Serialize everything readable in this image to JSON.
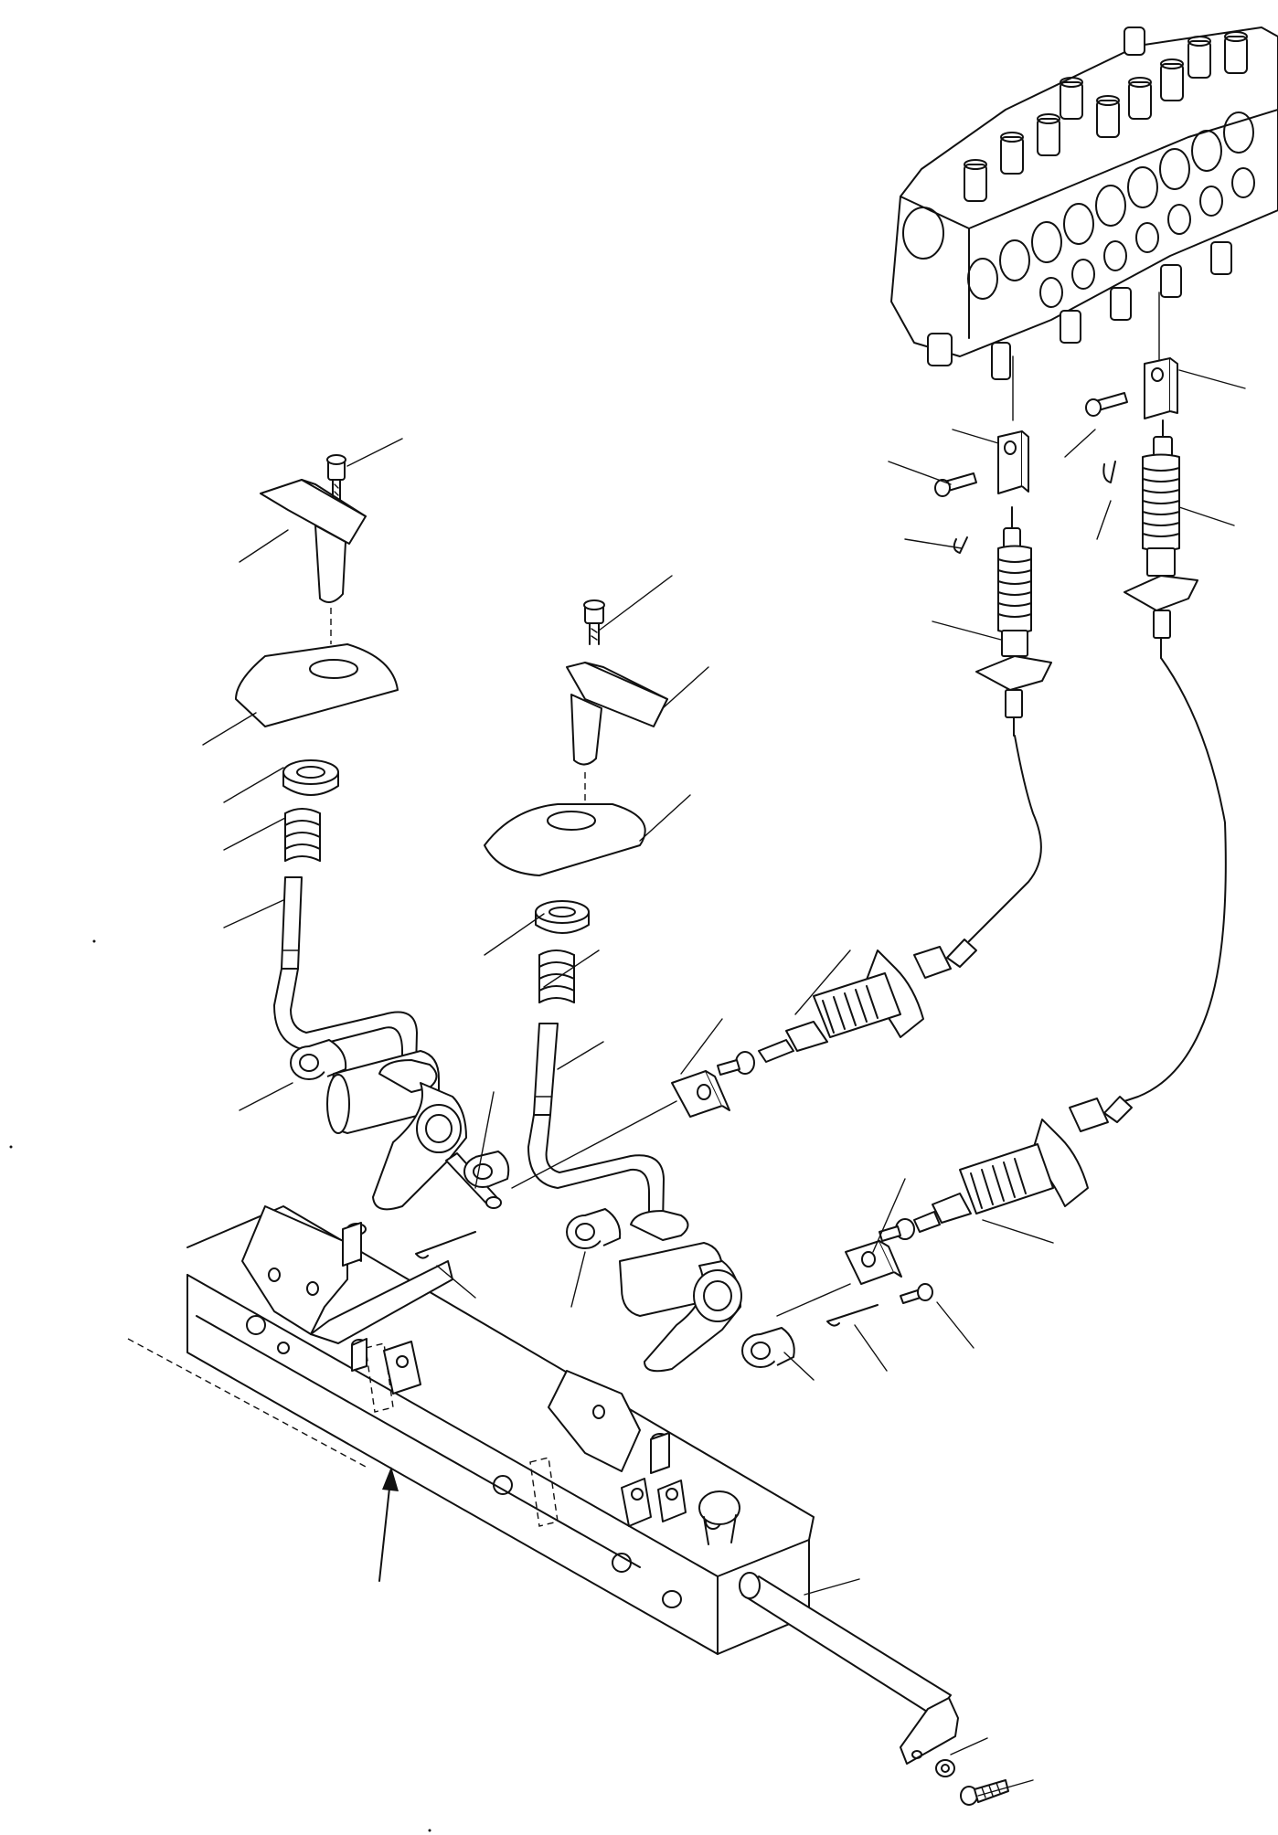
{
  "diagram": {
    "type": "exploded parts diagram",
    "callout_labels": [],
    "parts": [
      "control-valve-block",
      "left-lever-knob",
      "left-knob-screw",
      "left-boot",
      "left-seal-ring",
      "left-spring",
      "left-lever-shaft",
      "left-bushing",
      "left-pivot-assembly",
      "left-cable-clevis",
      "left-control-cable",
      "right-lever-knob",
      "right-knob-screw",
      "right-boot",
      "right-seal-ring",
      "right-spring",
      "right-lever-shaft",
      "right-pivot-assembly",
      "right-cable-clevis",
      "right-control-cable",
      "mounting-frame",
      "pivot-pin-rod",
      "washer",
      "bolt"
    ]
  }
}
